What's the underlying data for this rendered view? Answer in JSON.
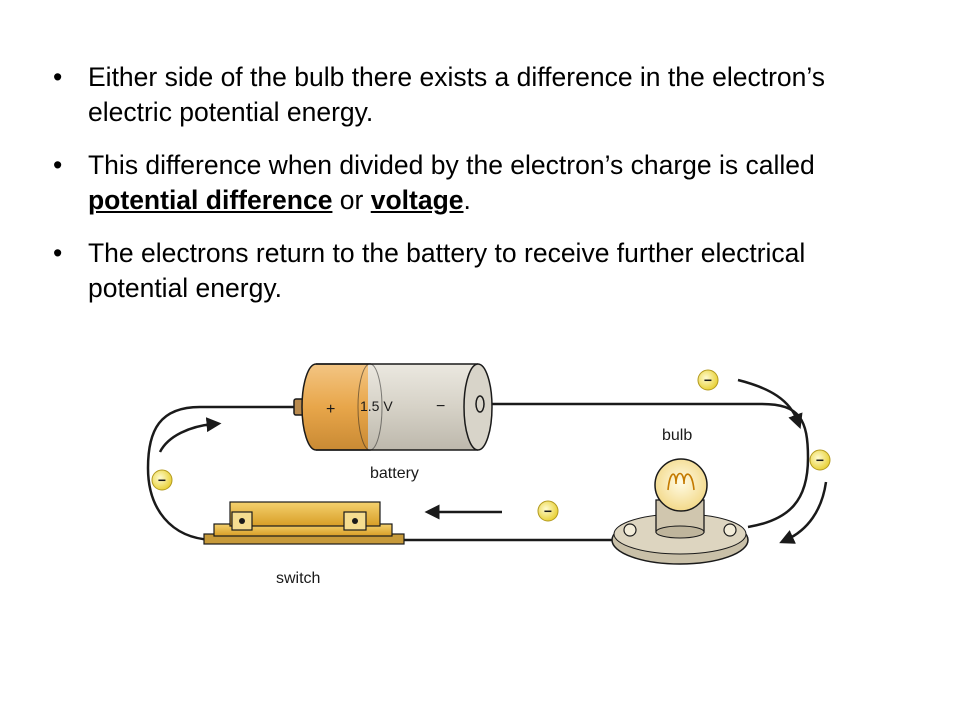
{
  "bullets": [
    {
      "text": "Either side of the bulb there exists a difference in the electron’s electric potential energy."
    },
    {
      "before": "This difference when divided by the electron’s charge is called ",
      "term1": "potential difference",
      "middle": " or ",
      "term2": "voltage",
      "after": "."
    },
    {
      "text": "The electrons return to the battery to receive further electrical potential energy."
    }
  ],
  "bullet_symbol": "•",
  "diagram": {
    "battery_label": "battery",
    "battery_voltage": "1.5 V",
    "plus_sign": "+",
    "minus_sign": "−",
    "bulb_label": "bulb",
    "switch_label": "switch",
    "electron_symbol": "−",
    "colors": {
      "battery_orange": "#e8a64a",
      "battery_grey": "#d6d2c7",
      "switch_gold": "#e9b63a",
      "bulb_base": "#d8d0bc",
      "glass": "#fff3c2",
      "electron": "#f3e25a",
      "wire": "#1a1a1a"
    }
  }
}
